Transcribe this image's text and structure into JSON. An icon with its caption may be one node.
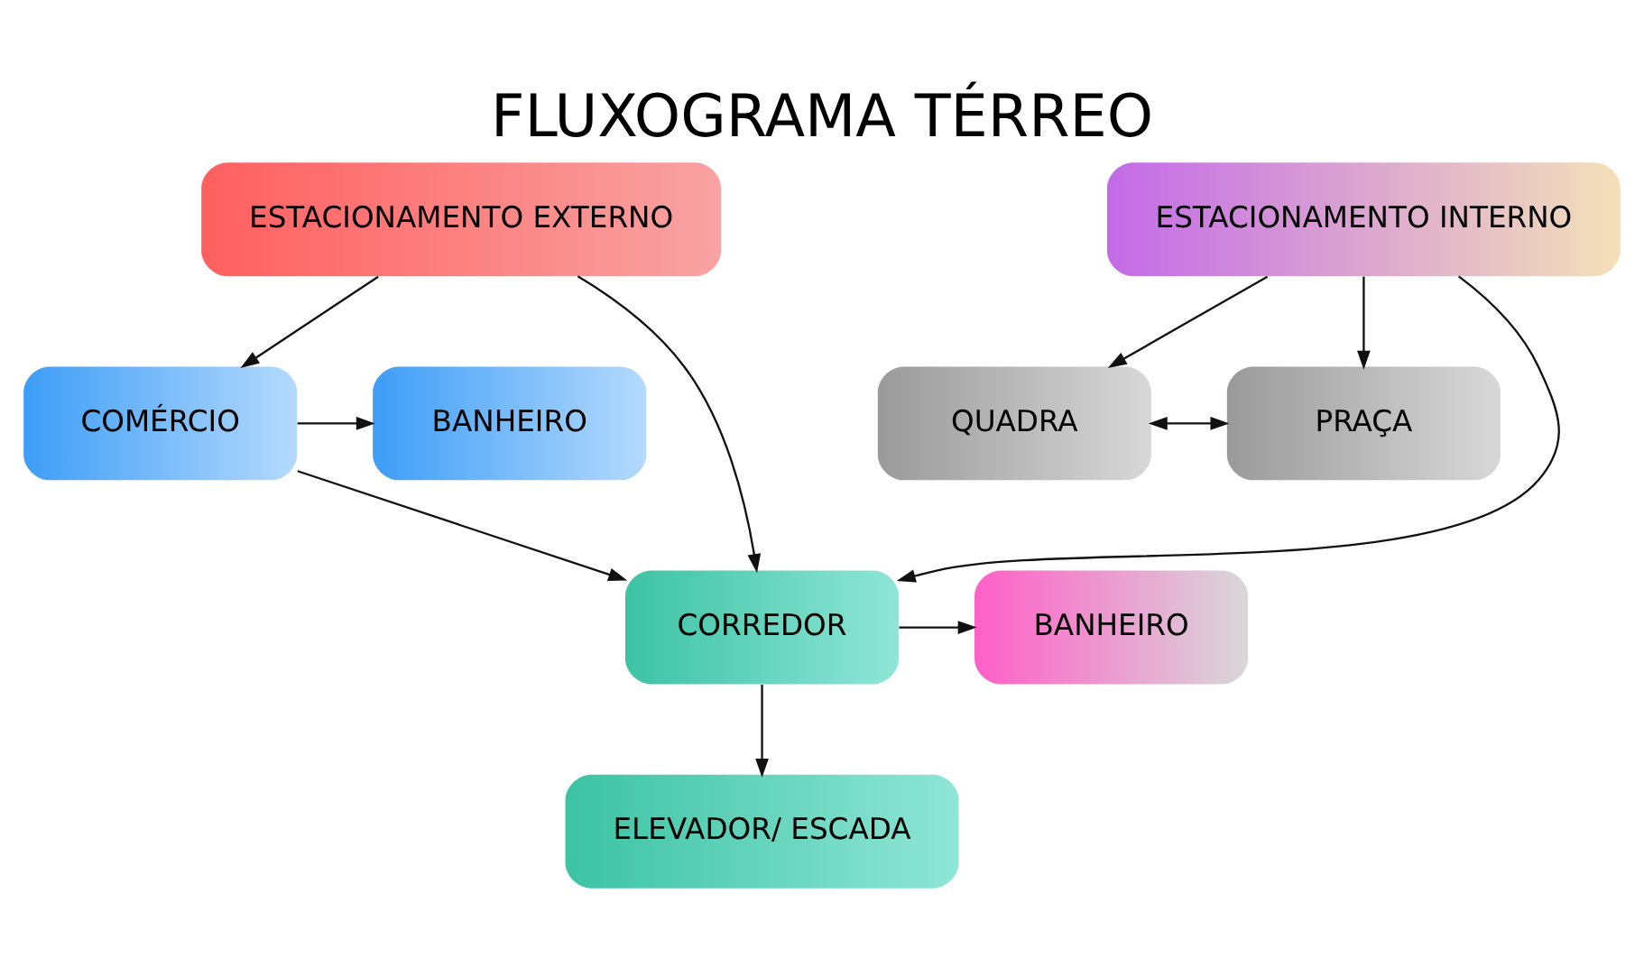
{
  "diagram": {
    "title": "FLUXOGRAMA TÉRREO",
    "nodes": [
      {
        "text": [
          "ESTACIONAMENTO EXTERNO"
        ]
      },
      {
        "text": [
          "ESTACIONAMENTO INTERNO"
        ]
      },
      {
        "text": [
          "BANHEIRO"
        ]
      },
      {
        "text": [
          "COMÉRCIO"
        ]
      },
      {
        "text": [
          "QUADRA"
        ]
      },
      {
        "text": [
          "PRAÇA"
        ]
      },
      {
        "text": [
          "BANHEIRO"
        ]
      },
      {
        "text": [
          "CORREDOR"
        ]
      },
      {
        "text": [
          "ELEVADOR/ ESCADA"
        ]
      }
    ],
    "edges": [
      {
        "from": 0,
        "to": 3,
        "arrow": "to"
      },
      {
        "from": 0,
        "to": 7,
        "arrow": "to"
      },
      {
        "from": 3,
        "to": 2,
        "arrow": "to"
      },
      {
        "from": 3,
        "to": 7,
        "arrow": "to"
      },
      {
        "from": 1,
        "to": 7,
        "arrow": "to"
      },
      {
        "from": 1,
        "to": 4,
        "arrow": "to"
      },
      {
        "from": 1,
        "to": 5,
        "arrow": "to"
      },
      {
        "from": 4,
        "to": 5,
        "arrow": "both"
      },
      {
        "from": 7,
        "to": 6,
        "arrow": "to"
      },
      {
        "from": 7,
        "to": 8,
        "arrow": "to"
      }
    ]
  }
}
